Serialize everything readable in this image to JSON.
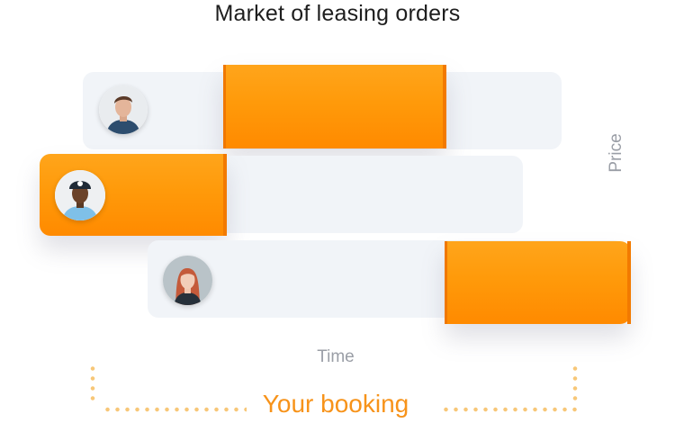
{
  "title": "Market of leasing orders",
  "axes": {
    "y_label": "Price",
    "x_label": "Time"
  },
  "booking_label": "Your booking",
  "colors": {
    "order": "#ff9800",
    "row_background": "#f1f4f8",
    "booking_text": "#f7931a",
    "dots": "#f7c778"
  },
  "rows": [
    {
      "avatar_icon": "man-avatar-icon"
    },
    {
      "avatar_icon": "man-cap-avatar-icon"
    },
    {
      "avatar_icon": "woman-avatar-icon"
    }
  ]
}
